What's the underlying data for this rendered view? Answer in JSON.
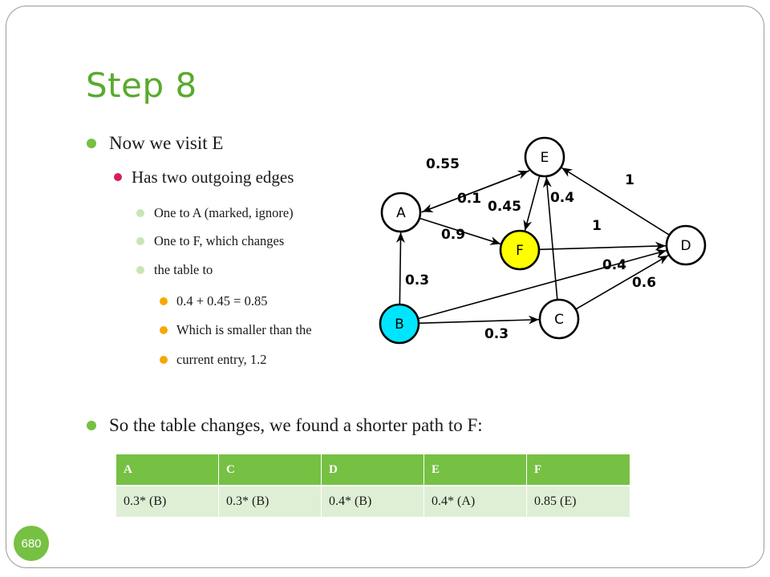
{
  "title": "Step 8",
  "bullets": [
    {
      "level": 1,
      "text": "Now we visit E"
    },
    {
      "level": 2,
      "text": "Has two outgoing edges"
    },
    {
      "level": 3,
      "text": "One to A (marked, ignore)"
    },
    {
      "level": 3,
      "text": "One to F, which changes"
    },
    {
      "level": 3,
      "text": "the table to"
    },
    {
      "level": 4,
      "text": "0.4 + 0.45 = 0.85"
    },
    {
      "level": 4,
      "text": "Which is smaller than the"
    },
    {
      "level": 4,
      "text": "current entry, 1.2"
    },
    {
      "level": 1,
      "text": "So the table changes, we found a shorter path to F:"
    }
  ],
  "graph": {
    "nodes": [
      {
        "id": "E",
        "label": "E",
        "color": "#ffffff"
      },
      {
        "id": "A",
        "label": "A",
        "color": "#ffffff"
      },
      {
        "id": "F",
        "label": "F",
        "color": "#ffff00"
      },
      {
        "id": "D",
        "label": "D",
        "color": "#ffffff"
      },
      {
        "id": "B",
        "label": "B",
        "color": "#00e5ff"
      },
      {
        "id": "C",
        "label": "C",
        "color": "#ffffff"
      }
    ],
    "edges": [
      {
        "from": "E",
        "to": "A",
        "label": "0.55"
      },
      {
        "from": "A",
        "to": "E",
        "label": "0.1"
      },
      {
        "from": "E",
        "to": "F",
        "label": "0.45"
      },
      {
        "from": "C",
        "to": "E",
        "label": "0.4"
      },
      {
        "from": "D",
        "to": "E",
        "label": "1"
      },
      {
        "from": "A",
        "to": "F",
        "label": "0.9"
      },
      {
        "from": "F",
        "to": "D",
        "label": "1"
      },
      {
        "from": "B",
        "to": "A",
        "label": "0.3"
      },
      {
        "from": "B",
        "to": "D",
        "label": "0.4"
      },
      {
        "from": "C",
        "to": "D",
        "label": "0.6"
      },
      {
        "from": "B",
        "to": "C",
        "label": "0.3"
      }
    ]
  },
  "table": {
    "headers": [
      "A",
      "C",
      "D",
      "E",
      "F"
    ],
    "rows": [
      [
        "0.3* (B)",
        "0.3* (B)",
        "0.4* (B)",
        "0.4* (A)",
        "0.85 (E)"
      ]
    ]
  },
  "page_number": "680",
  "colors": {
    "title": "#5aaa2e",
    "bullet_level1": "#76c043",
    "bullet_level2": "#d81b60",
    "bullet_level3": "#c8e6b4",
    "bullet_level4": "#f5a800",
    "table_header": "#76c043",
    "table_row": "#dfefd5"
  }
}
